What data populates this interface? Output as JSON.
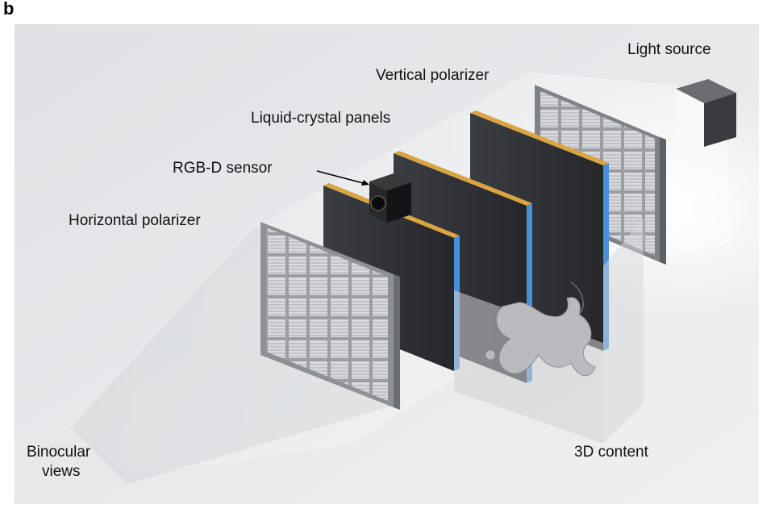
{
  "panel_letter": "b",
  "labels": {
    "light_source": "Light source",
    "vertical_polarizer": "Vertical polarizer",
    "liquid_crystal_panels": "Liquid-crystal panels",
    "rgbd_sensor": "RGB-D sensor",
    "horizontal_polarizer": "Horizontal polarizer",
    "binocular_views_line1": "Binocular",
    "binocular_views_line2": "views",
    "content_3d": "3D content"
  },
  "colors": {
    "background": "#e8e9eb",
    "panel_face": "#2f3236",
    "panel_edge_gold": "#d9a441",
    "panel_edge_blue": "#4a90d9",
    "polarizer_frame": "#8d9096",
    "grid_cell": "#d5d7da",
    "sensor_body": "#1c1c1e"
  },
  "icons": {
    "rgbd_sensor": "camera-icon",
    "content_3d": "dragon-statue-icon"
  }
}
